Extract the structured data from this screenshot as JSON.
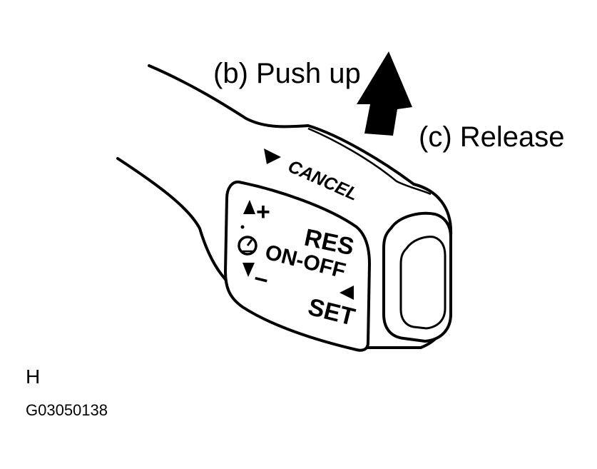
{
  "annotations": {
    "push_up": "(b) Push up",
    "release": "(c) Release"
  },
  "switch_labels": {
    "cancel": "CANCEL",
    "plus": "+",
    "minus": "−",
    "res": "RES",
    "on_off": "ON-OFF",
    "set": "SET"
  },
  "footer": {
    "letter": "H",
    "code": "G03050138"
  },
  "colors": {
    "ink": "#000000",
    "paper": "#ffffff"
  }
}
